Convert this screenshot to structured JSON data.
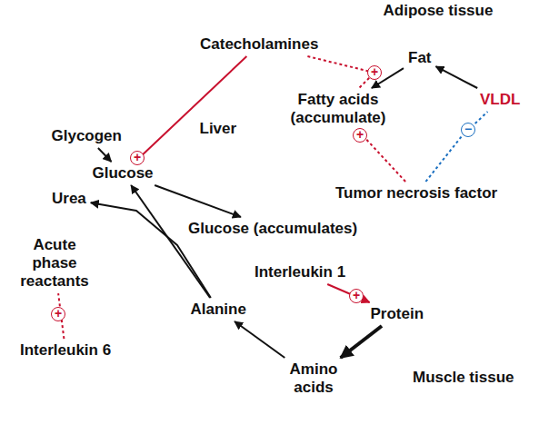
{
  "diagram": {
    "nodes": [
      {
        "text": [
          "Adipose tissue"
        ]
      },
      {
        "text": [
          "Catecholamines"
        ]
      },
      {
        "text": [
          "Fat"
        ],
        "in": 0
      },
      {
        "text": [
          "Fatty acids (accumulate)"
        ]
      },
      {
        "text": [
          "VLDL"
        ]
      },
      {
        "text": [
          "Liver"
        ]
      },
      {
        "text": [
          "Glycogen"
        ],
        "in": 5
      },
      {
        "text": [
          "Glucose"
        ],
        "in": 5
      },
      {
        "text": [
          "Urea"
        ],
        "in": 5
      },
      {
        "text": [
          "Tumor necrosis factor"
        ]
      },
      {
        "text": [
          "Glucose (accumulates)"
        ]
      },
      {
        "text": [
          "Acute phase reactants"
        ]
      },
      {
        "text": [
          "Interleukin 6"
        ]
      },
      {
        "text": [
          "Interleukin 1"
        ]
      },
      {
        "text": [
          "Alanine"
        ]
      },
      {
        "text": [
          "Muscle tissue"
        ]
      },
      {
        "text": [
          "Protein"
        ],
        "in": 15
      },
      {
        "text": [
          "Amino acids"
        ],
        "in": 15
      }
    ],
    "edges": [
      {
        "from": 1,
        "to": 7,
        "arrow": "to"
      },
      {
        "from": 1,
        "to": 3,
        "arrow": "none"
      },
      {
        "from": 6,
        "to": 7,
        "arrow": "to"
      },
      {
        "from": 2,
        "to": 3,
        "arrow": "to"
      },
      {
        "from": 4,
        "to": 2,
        "arrow": "to"
      },
      {
        "from": 9,
        "to": 3,
        "arrow": "none"
      },
      {
        "from": 9,
        "to": 4,
        "arrow": "none"
      },
      {
        "from": 7,
        "to": 10,
        "arrow": "to"
      },
      {
        "from": 14,
        "to": 7,
        "arrow": "to"
      },
      {
        "from": 14,
        "to": 8,
        "arrow": "to"
      },
      {
        "from": 12,
        "to": 11,
        "arrow": "none"
      },
      {
        "from": 13,
        "to": 16,
        "arrow": "to"
      },
      {
        "from": 16,
        "to": 17,
        "arrow": "to"
      },
      {
        "from": 17,
        "to": 14,
        "arrow": "to"
      }
    ],
    "labels": [
      "+",
      "+",
      "+",
      "+",
      "+",
      "−"
    ]
  }
}
